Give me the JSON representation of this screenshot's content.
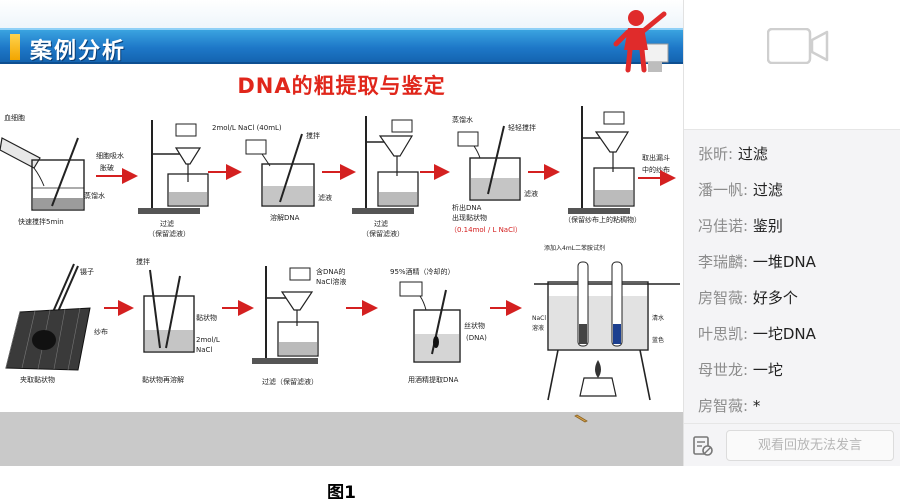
{
  "slide": {
    "section_title": "案例分析",
    "title": "DNA的粗提取与鉴定",
    "colors": {
      "banner_blue": "#1e78c8",
      "title_red": "#e0261b",
      "accent_red": "#d42020",
      "annotation_red": "#d42020"
    },
    "labels": {
      "s1_top": "血细胞",
      "s1_water": "蒸馏水",
      "s1_bottom": "快速搅拌5min",
      "a1_a": "细胞吸水",
      "a1_b": "胀破",
      "s2_bottom": "过滤",
      "s2_bottom2": "（保留滤液）",
      "s3_top": "2mol/L NaCl (40mL)",
      "s3_stir": "搅拌",
      "s3_filtrate": "滤液",
      "s3_bottom": "溶解DNA",
      "s4_bottom": "过滤",
      "s4_bottom2": "（保留滤液）",
      "s5_top": "蒸馏水",
      "s5_stir": "轻轻搅拌",
      "s5_a": "析出DNA",
      "s5_filtrate": "滤液",
      "s5_b": "出现黏状物",
      "s5_c": "（0.14mol / L NaCl）",
      "s6_right_a": "取出漏斗",
      "s6_right_b": "中的纱布",
      "s6_bottom": "（保留纱布上的粘稠物）",
      "r2_tweezers": "镊子",
      "r2_gauze": "纱布",
      "r2_s1_bottom": "夹取黏状物",
      "r2_s2_stir": "搅拌",
      "r2_s2_a": "黏状物",
      "r2_s2_b": "2mol/L",
      "r2_s2_c": "NaCl",
      "r2_s2_bottom": "黏状物再溶解",
      "r2_s3_a": "含DNA的",
      "r2_s3_b": "NaCl溶液",
      "r2_s3_bottom": "过滤（保留滤液）",
      "r2_s4_top": "95%酒精（冷却的）",
      "r2_s4_a": "丝状物",
      "r2_s4_b": "(DNA)",
      "r2_s4_bottom": "用酒精提取DNA",
      "r2_s5_top": "添加入4mL二苯胺试剂",
      "r2_s5_a": "NaCl",
      "r2_s5_b": "溶液",
      "r2_s5_c": "清水",
      "r2_s5_d": "蓝色"
    }
  },
  "chat": {
    "messages": [
      {
        "name": "张昕: ",
        "text": "过滤"
      },
      {
        "name": "潘一帆: ",
        "text": "过滤"
      },
      {
        "name": "冯佳诺: ",
        "text": "鉴别"
      },
      {
        "name": "李瑞麟: ",
        "text": "一堆DNA"
      },
      {
        "name": "房智薇: ",
        "text": "好多个"
      },
      {
        "name": "叶思凯: ",
        "text": "一坨DNA"
      },
      {
        "name": "母世龙: ",
        "text": "一坨"
      },
      {
        "name": "房智薇: ",
        "text": "*"
      }
    ],
    "input_placeholder": "观看回放无法发言",
    "icons": {
      "video": "camera-icon",
      "history": "history-icon"
    }
  },
  "caption": "图1"
}
